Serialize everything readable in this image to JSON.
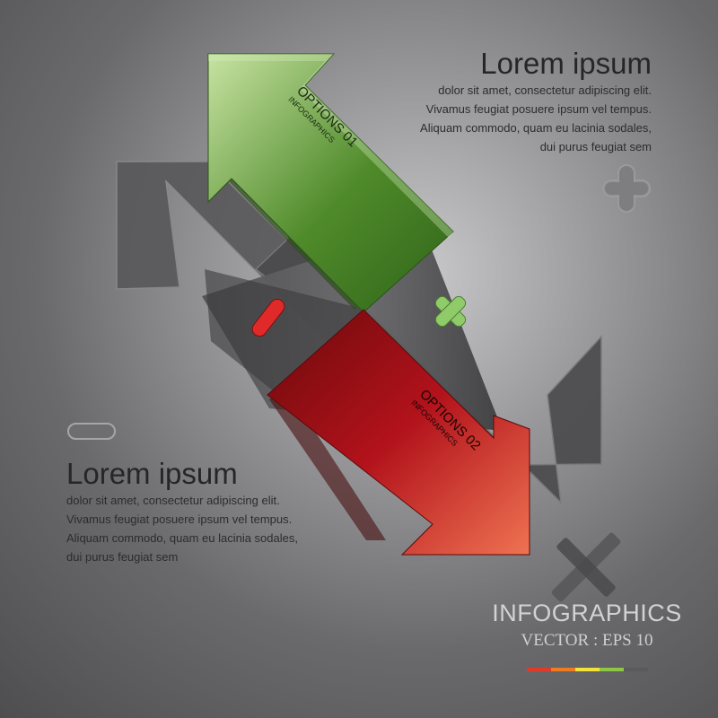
{
  "block_top": {
    "heading": "Lorem ipsum",
    "lines": [
      "dolor sit amet, consectetur adipiscing elit.",
      "Vivamus feugiat posuere ipsum vel tempus.",
      "Aliquam commodo, quam eu lacinia sodales,",
      "dui purus feugiat sem"
    ]
  },
  "block_bottom": {
    "heading": "Lorem ipsum",
    "lines": [
      "dolor sit amet, consectetur adipiscing elit.",
      "Vivamus feugiat posuere ipsum vel tempus.",
      "Aliquam commodo, quam eu lacinia sodales,",
      "dui purus feugiat sem"
    ]
  },
  "arrow_green": {
    "title": "OPTIONS 01",
    "subtitle": "INFOGRAPHICS",
    "color": "#3f7a22"
  },
  "arrow_red": {
    "title": "OPTIONS 02",
    "subtitle": "INFOGRAPHICS",
    "color": "#b0121c"
  },
  "footer": {
    "title": "INFOGRAPHICS",
    "subtitle": "VECTOR : EPS 10"
  },
  "icons": [
    "minus-icon",
    "multiply-icon",
    "plus-outline-icon",
    "minus-outline-icon",
    "x-shape-icon"
  ],
  "color_bar": [
    "#e03a2a",
    "#ef7a22",
    "#f2e23a",
    "#8ec645",
    "#5a5a5a"
  ]
}
